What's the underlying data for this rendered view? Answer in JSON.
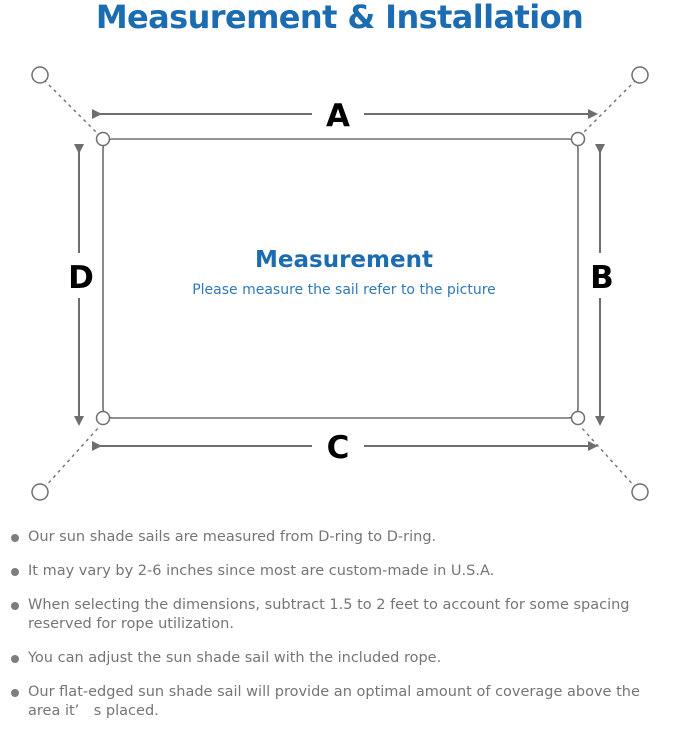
{
  "header": {
    "title": "Measurement & Installation",
    "title_color": "#1b6cb0"
  },
  "diagram": {
    "name": "sun-shade-sail-measurement-diagram",
    "center_title": "Measurement",
    "center_subtitle": "Please measure the sail refer to the picture",
    "center_title_color": "#1b6cb0",
    "center_subtitle_color": "#2f79b8",
    "line_color": "#6e6e6e",
    "dimension_labels": {
      "top": "A",
      "right": "B",
      "bottom": "C",
      "left": "D"
    },
    "anchor_points": [
      {
        "position": "top-left"
      },
      {
        "position": "top-right"
      },
      {
        "position": "bottom-left"
      },
      {
        "position": "bottom-right"
      }
    ],
    "d_rings": [
      {
        "position": "top-left"
      },
      {
        "position": "top-right"
      },
      {
        "position": "bottom-left"
      },
      {
        "position": "bottom-right"
      }
    ]
  },
  "notes": {
    "items": [
      {
        "text": "Our sun shade sails are measured from D-ring to D-ring."
      },
      {
        "text": "It may vary by 2-6 inches since most are custom-made in U.S.A."
      },
      {
        "text": "When selecting the dimensions, subtract 1.5 to 2 feet to account for some spacing reserved for rope utilization."
      },
      {
        "text": "You can adjust the sun shade sail with the included rope."
      },
      {
        "text": "Our flat-edged sun shade sail will provide an optimal amount of coverage above the area it’　s placed."
      }
    ]
  }
}
